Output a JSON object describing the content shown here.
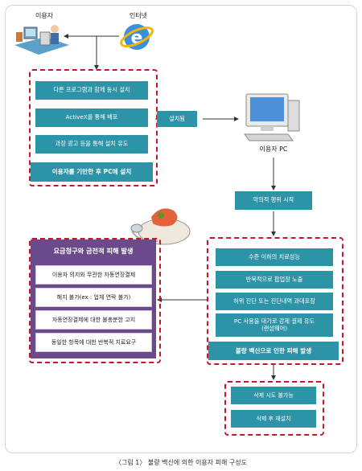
{
  "labels": {
    "user": "이용자",
    "internet": "인터넷",
    "user_pc": "이용자 PC"
  },
  "install_methods": {
    "items": [
      "다른 프로그램과 함께 동시 설치",
      "ActiveX를 통해 배포",
      "과장 광고 등을 통해 설치 유도"
    ],
    "banner": "이용자를 기만한 후 PC에 설치"
  },
  "installed": "설치됨",
  "malicious_start": "악의적 행위 시작",
  "damage": {
    "items": [
      "수준 이하의 치료성능",
      "반복적으로 팝업창 노출",
      "허위 진단 또는 진단내역 과대포장",
      "PC 사용을 대가로 강제 결제 유도\n(랜섬웨어)"
    ],
    "banner": "불량 백신으로 인한 피해 발생"
  },
  "billing": {
    "title": "요금청구와 금전적 피해 발생",
    "items": [
      "이용자 의지와 무관한 자동연장결제",
      "해지 불가(ex : 업체 연락 불가)",
      "자동연장결제에 대한 불충분한 고지",
      "동일한 항목에 대한 반복적 치료요구"
    ]
  },
  "remove": {
    "items": [
      "삭제 시도 불가능",
      "삭제 후 재설치"
    ]
  },
  "caption": "〈그림 1〉 불량 백신에 의한 이용자 피해 구성도",
  "colors": {
    "teal": "#2d93a6",
    "red_dash": "#c4172c",
    "purple": "#6a4a8a"
  }
}
